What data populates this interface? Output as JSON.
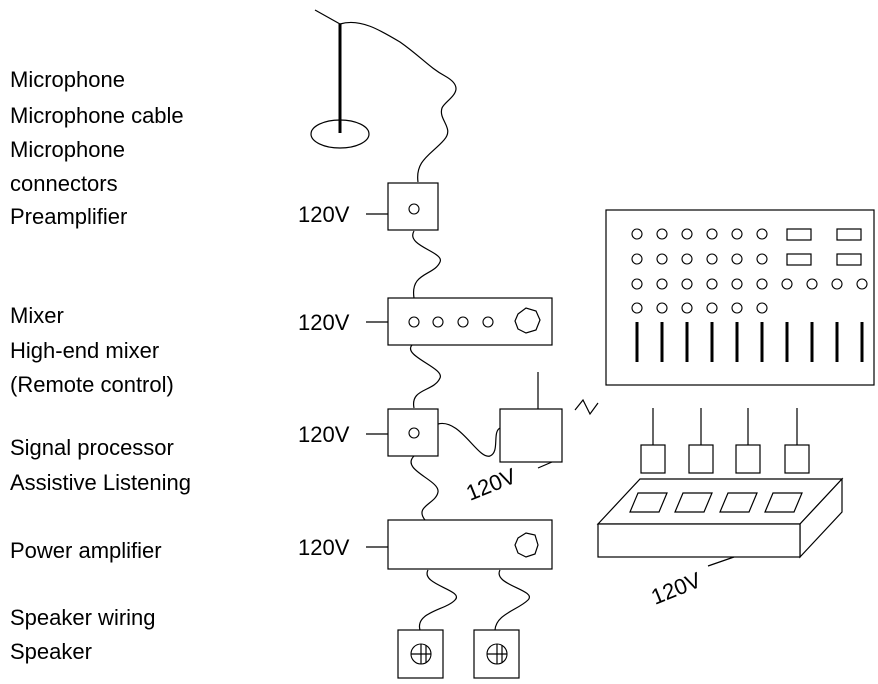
{
  "labels": {
    "microphone": "Microphone",
    "microphone_cable": "Microphone cable",
    "microphone_connectors_1": "Microphone",
    "microphone_connectors_2": "connectors",
    "preamplifier": "Preamplifier",
    "mixer": "Mixer",
    "high_end_mixer": "High-end mixer",
    "remote_control": "(Remote control)",
    "signal_processor": "Signal processor",
    "assistive_listening": "Assistive Listening",
    "power_amplifier": "Power amplifier",
    "speaker_wiring": "Speaker wiring",
    "speaker": "Speaker"
  },
  "power": {
    "preamp": "120V",
    "mixer": "120V",
    "signal_processor": "120V",
    "assistive_transmitter": "120V",
    "power_amp": "120V",
    "receiver_charger": "120V"
  }
}
